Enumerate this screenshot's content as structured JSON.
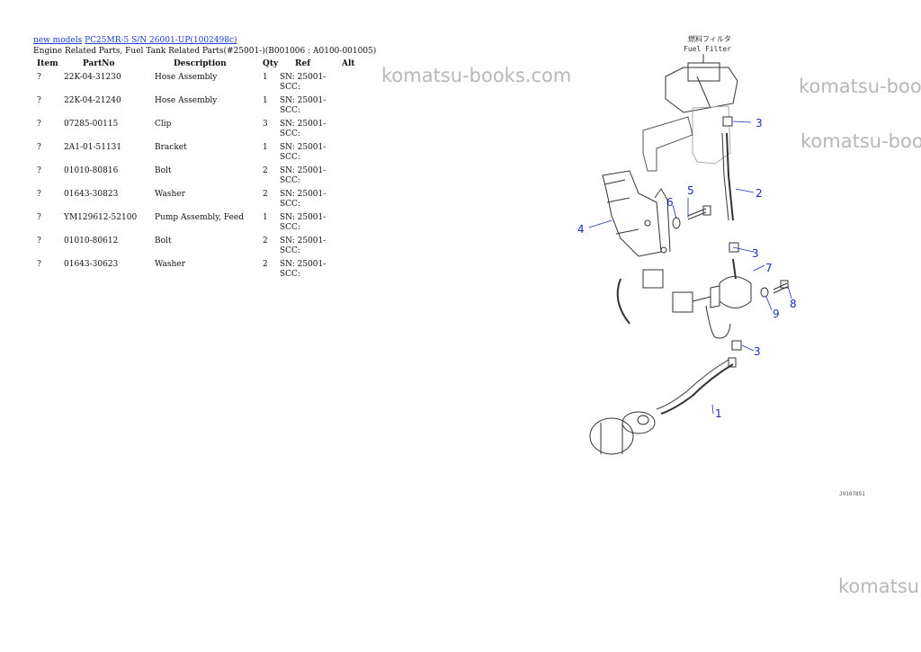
{
  "breadcrumb": {
    "link1": "new models",
    "link2": "PC25MR-5 S/N 26001-UP(1002498c)"
  },
  "subtitle": "Engine Related Parts, Fuel Tank Related Parts(#25001-)(B001006 : A0100-001005)",
  "table": {
    "headers": {
      "item": "Item",
      "partno": "PartNo",
      "description": "Description",
      "qty": "Qty",
      "ref": "Ref",
      "alt": "Alt"
    },
    "rows": [
      {
        "item": "?",
        "partno": "22K-04-31230",
        "description": "Hose Assembly",
        "qty": "1",
        "ref": "SN: 25001-SCC:"
      },
      {
        "item": "?",
        "partno": "22K-04-21240",
        "description": "Hose Assembly",
        "qty": "1",
        "ref": "SN: 25001-SCC:"
      },
      {
        "item": "?",
        "partno": "07285-00115",
        "description": "Clip",
        "qty": "3",
        "ref": "SN: 25001-SCC:"
      },
      {
        "item": "?",
        "partno": "2A1-01-51131",
        "description": "Bracket",
        "qty": "1",
        "ref": "SN: 25001-SCC:"
      },
      {
        "item": "?",
        "partno": "01010-80816",
        "description": "Bolt",
        "qty": "2",
        "ref": "SN: 25001-SCC:"
      },
      {
        "item": "?",
        "partno": "01643-30823",
        "description": "Washer",
        "qty": "2",
        "ref": "SN: 25001-SCC:"
      },
      {
        "item": "?",
        "partno": "YM129612-52100",
        "description": "Pump Assembly, Feed",
        "qty": "1",
        "ref": "SN: 25001-SCC:"
      },
      {
        "item": "?",
        "partno": "01010-80612",
        "description": "Bolt",
        "qty": "2",
        "ref": "SN: 25001-SCC:"
      },
      {
        "item": "?",
        "partno": "01643-30623",
        "description": "Washer",
        "qty": "2",
        "ref": "SN: 25001-SCC:"
      }
    ]
  },
  "watermarks": [
    "komatsu-books.com",
    "komatsu-boo",
    "komatsu-boo",
    "komatsu"
  ],
  "diagram": {
    "label_jp": "燃料フィルタ",
    "label_en": "Fuel Filter",
    "figure_code": "J9107851",
    "callouts": [
      "1",
      "2",
      "3",
      "3",
      "3",
      "4",
      "5",
      "6",
      "7",
      "8",
      "9"
    ]
  }
}
